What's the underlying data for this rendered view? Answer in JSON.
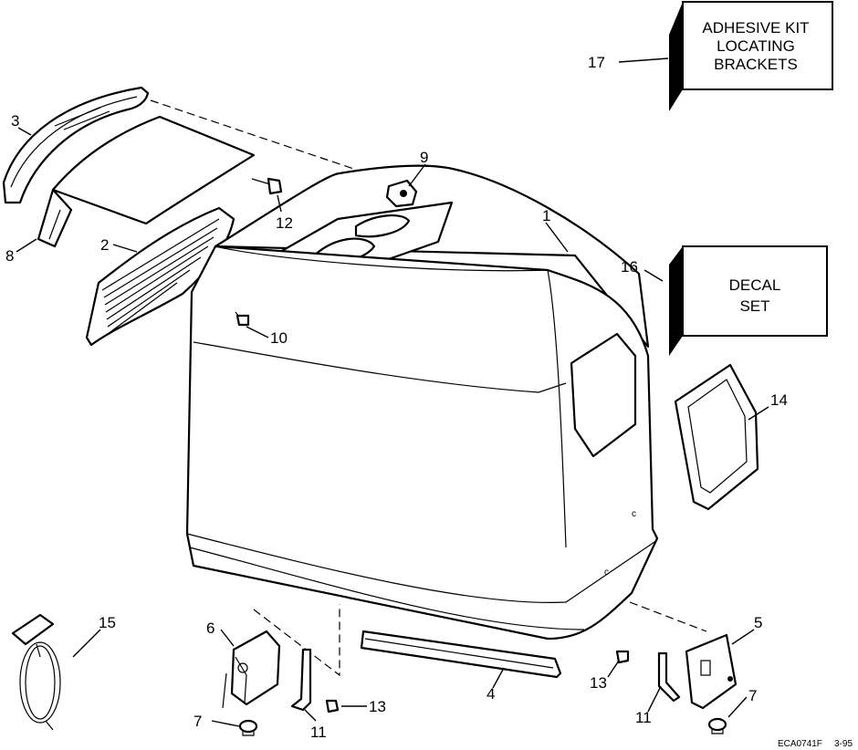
{
  "callouts": {
    "c1": "1",
    "c2": "2",
    "c3": "3",
    "c4": "4",
    "c5": "5",
    "c6": "6",
    "c7a": "7",
    "c7b": "7",
    "c8": "8",
    "c9": "9",
    "c10": "10",
    "c11a": "11",
    "c11b": "11",
    "c12": "12",
    "c13a": "13",
    "c13b": "13",
    "c14": "14",
    "c15": "15",
    "c16": "16",
    "c17": "17"
  },
  "boxes": {
    "adhesive_kit": {
      "line1": "ADHESIVE KIT",
      "line2": "LOCATING",
      "line3": "BRACKETS"
    },
    "decal_set": {
      "line1": "DECAL",
      "line2": "SET"
    }
  },
  "footer": {
    "code": "ECA0741F",
    "date": "3-95"
  }
}
